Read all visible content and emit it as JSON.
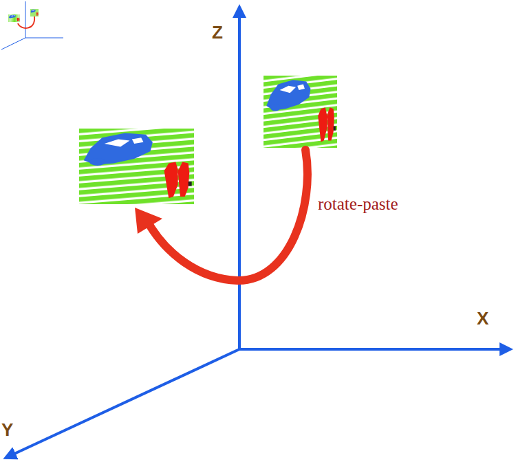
{
  "diagram": {
    "labels": [
      "Z",
      "X",
      "Y",
      "rotate-paste"
    ]
  }
}
